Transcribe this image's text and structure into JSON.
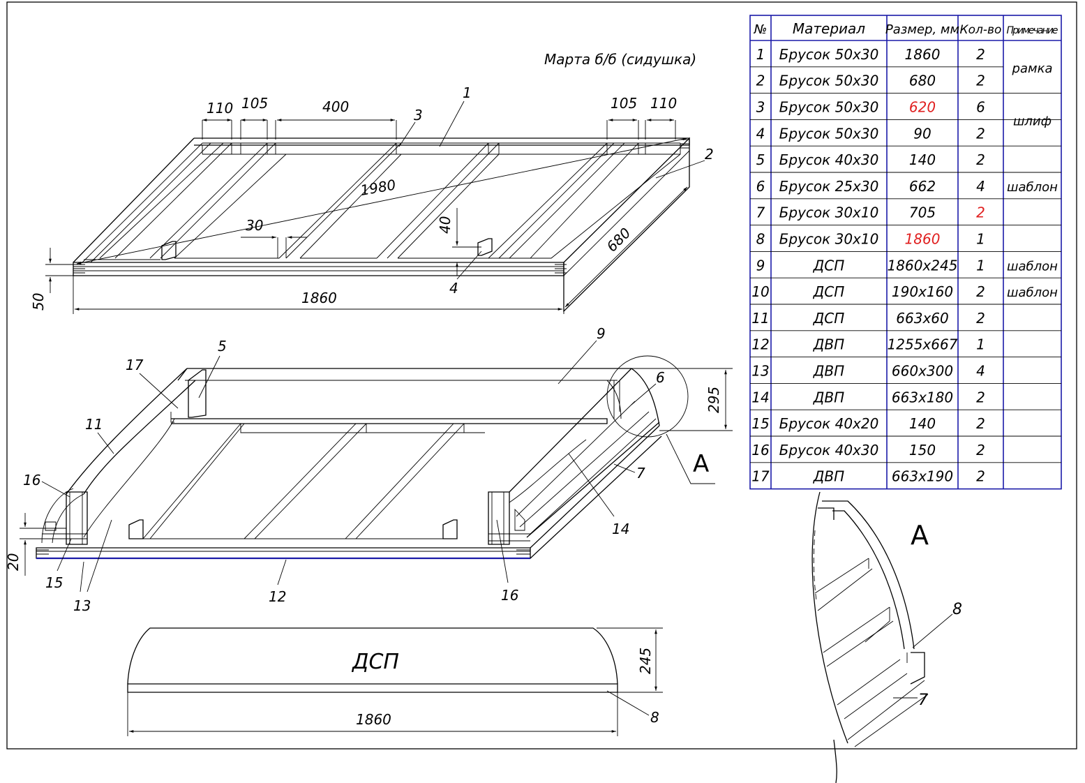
{
  "title": "Марта б/б (сидушка)",
  "table": {
    "headers": [
      "№",
      "Материал",
      "Размер, мм",
      "Кол-во",
      "Примечание"
    ],
    "rows": [
      {
        "n": "1",
        "material": "Брусок 50х30",
        "size": "1860",
        "qty": "2"
      },
      {
        "n": "2",
        "material": "Брусок 50х30",
        "size": "680",
        "qty": "2"
      },
      {
        "n": "3",
        "material": "Брусок 50х30",
        "size": "620",
        "qty": "6",
        "size_color": "#e02020"
      },
      {
        "n": "4",
        "material": "Брусок 50х30",
        "size": "90",
        "qty": "2"
      },
      {
        "n": "5",
        "material": "Брусок 40х30",
        "size": "140",
        "qty": "2"
      },
      {
        "n": "6",
        "material": "Брусок 25х30",
        "size": "662",
        "qty": "4"
      },
      {
        "n": "7",
        "material": "Брусок 30х10",
        "size": "705",
        "qty": "2",
        "qty_color": "#e02020"
      },
      {
        "n": "8",
        "material": "Брусок 30х10",
        "size": "1860",
        "qty": "1",
        "size_color": "#e02020"
      },
      {
        "n": "9",
        "material": "ДСП",
        "size": "1860х245",
        "qty": "1"
      },
      {
        "n": "10",
        "material": "ДСП",
        "size": "190х160",
        "qty": "2"
      },
      {
        "n": "11",
        "material": "ДСП",
        "size": "663х60",
        "qty": "2"
      },
      {
        "n": "12",
        "material": "ДВП",
        "size": "1255х667",
        "qty": "1"
      },
      {
        "n": "13",
        "material": "ДВП",
        "size": "660х300",
        "qty": "4"
      },
      {
        "n": "14",
        "material": "ДВП",
        "size": "663х180",
        "qty": "2"
      },
      {
        "n": "15",
        "material": "Брусок 40х20",
        "size": "140",
        "qty": "2"
      },
      {
        "n": "16",
        "material": "Брусок 40х30",
        "size": "150",
        "qty": "2"
      },
      {
        "n": "17",
        "material": "ДВП",
        "size": "663х190",
        "qty": "2"
      }
    ],
    "notes": {
      "ramka": "рамка",
      "shlif": "шлиф",
      "shablon6": "шаблон",
      "shablon9": "шаблон",
      "shablon10": "шаблон"
    }
  },
  "frame": {
    "dims": {
      "d110a": "110",
      "d105a": "105",
      "d400": "400",
      "d105b": "105",
      "d110b": "110",
      "d1980": "1980",
      "d30": "30",
      "d40": "40",
      "d680": "680",
      "d1860": "1860",
      "d50": "50"
    },
    "callouts": {
      "c1": "1",
      "c2": "2",
      "c3": "3",
      "c4": "4"
    }
  },
  "box": {
    "dims": {
      "d295": "295",
      "d20": "20"
    },
    "callouts": {
      "c5": "5",
      "c6": "6",
      "c7": "7",
      "c9": "9",
      "c11": "11",
      "c12": "12",
      "c13": "13",
      "c14": "14",
      "c15": "15",
      "c16a": "16",
      "c16b": "16",
      "c17": "17"
    },
    "view_marker": "А"
  },
  "panel": {
    "label": "ДСП",
    "dims": {
      "d245": "245",
      "d1860": "1860"
    },
    "callout": "8"
  },
  "detail": {
    "title": "А",
    "callouts": {
      "c8": "8",
      "c7": "7"
    }
  }
}
